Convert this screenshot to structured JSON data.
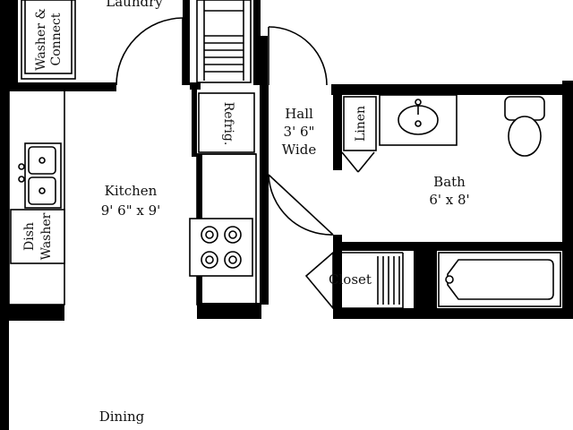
{
  "rooms": {
    "laundry": {
      "label": "Laundry"
    },
    "washer": {
      "line1": "Washer &",
      "line2": "Connect"
    },
    "refrigerator": {
      "label": "Refrig."
    },
    "hall": {
      "label": "Hall",
      "dim1": "3' 6\"",
      "dim2": "Wide"
    },
    "linen": {
      "label": "Linen"
    },
    "kitchen": {
      "label": "Kitchen",
      "dim": "9' 6\" x 9'"
    },
    "bath": {
      "label": "Bath",
      "dim": "6' x 8'"
    },
    "dishwasher": {
      "line1": "Dish",
      "line2": "Washer"
    },
    "closet": {
      "label": "Closet"
    },
    "dining": {
      "label": "Dining"
    }
  },
  "colors": {
    "wall": "#000000",
    "background": "#ffffff"
  }
}
